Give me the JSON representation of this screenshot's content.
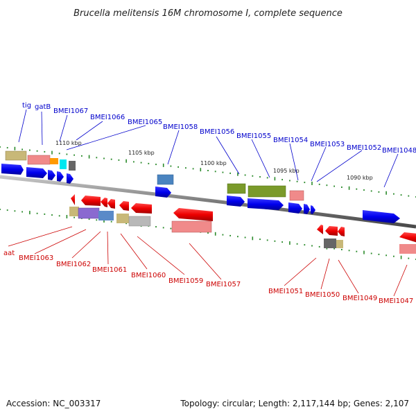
{
  "title": "Brucella melitensis 16M chromosome I, complete sequence",
  "footer": {
    "accession": "Accession: NC_003317",
    "topology": "Topology: circular; Length: 2,117,144 bp; Genes: 2,107"
  },
  "ticks": [
    "1110 kbp",
    "1105 kbp",
    "1100 kbp",
    "1095 kbp",
    "1090 kbp"
  ],
  "top_labels": [
    "tig",
    "gatB",
    "BMEI1067",
    "BMEI1066",
    "BMEI1065",
    "BMEI1058",
    "BMEI1056",
    "BMEI1055",
    "BMEI1054",
    "BMEI1053",
    "BMEI1052",
    "BMEI1048"
  ],
  "bottom_labels": [
    "aat",
    "BMEI1063",
    "BMEI1062",
    "BMEI1061",
    "BMEI1060",
    "BMEI1059",
    "BMEI1057",
    "BMEI1051",
    "BMEI1050",
    "BMEI1049",
    "BMEI1047"
  ],
  "colors": {
    "forward_gene": "#0000ee",
    "reverse_gene": "#ee0000",
    "top_label": "#0000cc",
    "bottom_label": "#cc0000",
    "backbone": "#888888",
    "tick_mark": "#2a8a2a"
  }
}
